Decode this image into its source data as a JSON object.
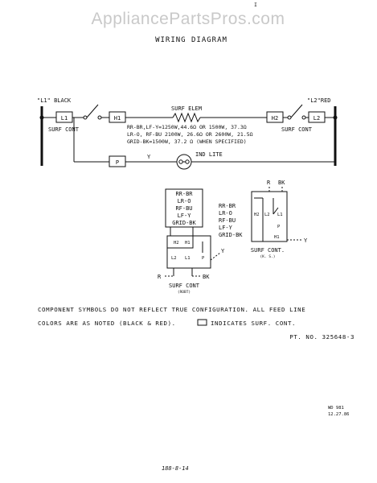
{
  "watermark": "AppliancePartsPros.com",
  "title": "WIRING DIAGRAM",
  "top_mark": "I",
  "main_schematic": {
    "l1_label": "\"L1\" BLACK",
    "l2_label": "\"L2\"RED",
    "surf_cont_left": "SURF CONT",
    "surf_cont_right": "SURF CONT",
    "terminals": {
      "l1": "L1",
      "h1": "H1",
      "h2": "H2",
      "l2": "L2",
      "p": "P"
    },
    "surf_elem": "SURF ELEM",
    "elem_specs": [
      "RR-BR,LF-Y=1250W,44.6Ω OR 1500W, 37.3Ω",
      "LR-O, RF-BU 2100W, 26.6Ω OR 2600W, 21.5Ω",
      "GRID-BK=1500W, 37.2 Ω (WHEN SPECIFIED)"
    ],
    "wire_y": "Y",
    "ind_lite": "IND LITE"
  },
  "robertshaw": {
    "legend": [
      "RR-BR",
      "LR-O",
      "RF-BU",
      "LF-Y",
      "GRID-BK"
    ],
    "terminals": [
      "H2",
      "H1",
      "L2",
      "L1",
      "P"
    ],
    "wire_r": "R",
    "wire_bk": "BK",
    "wire_y": "Y",
    "label": "SURF CONT",
    "sub": "(ROBT)"
  },
  "ks": {
    "legend": [
      "RR-BR",
      "LR-O",
      "RF-BU",
      "LF-Y",
      "GRID-BK"
    ],
    "wire_r": "R",
    "wire_bk": "BK",
    "terminals": [
      "H2",
      "L2",
      "L1",
      "P",
      "H1"
    ],
    "wire_y": "Y",
    "label": "SURF CONT.",
    "sub": "(K. S.)"
  },
  "notes": {
    "line1": "COMPONENT SYMBOLS DO NOT REFLECT TRUE CONFIGURATION.  ALL FEED LINE",
    "line2": "COLORS ARE AS NOTED  (BLACK & RED).",
    "line2_tail": "INDICATES  SURF. CONT."
  },
  "part_number": "PT. NO. 325648-3",
  "wd_code": "WD 981",
  "date_code": "12.27.86",
  "handwritten": "188-8-14"
}
